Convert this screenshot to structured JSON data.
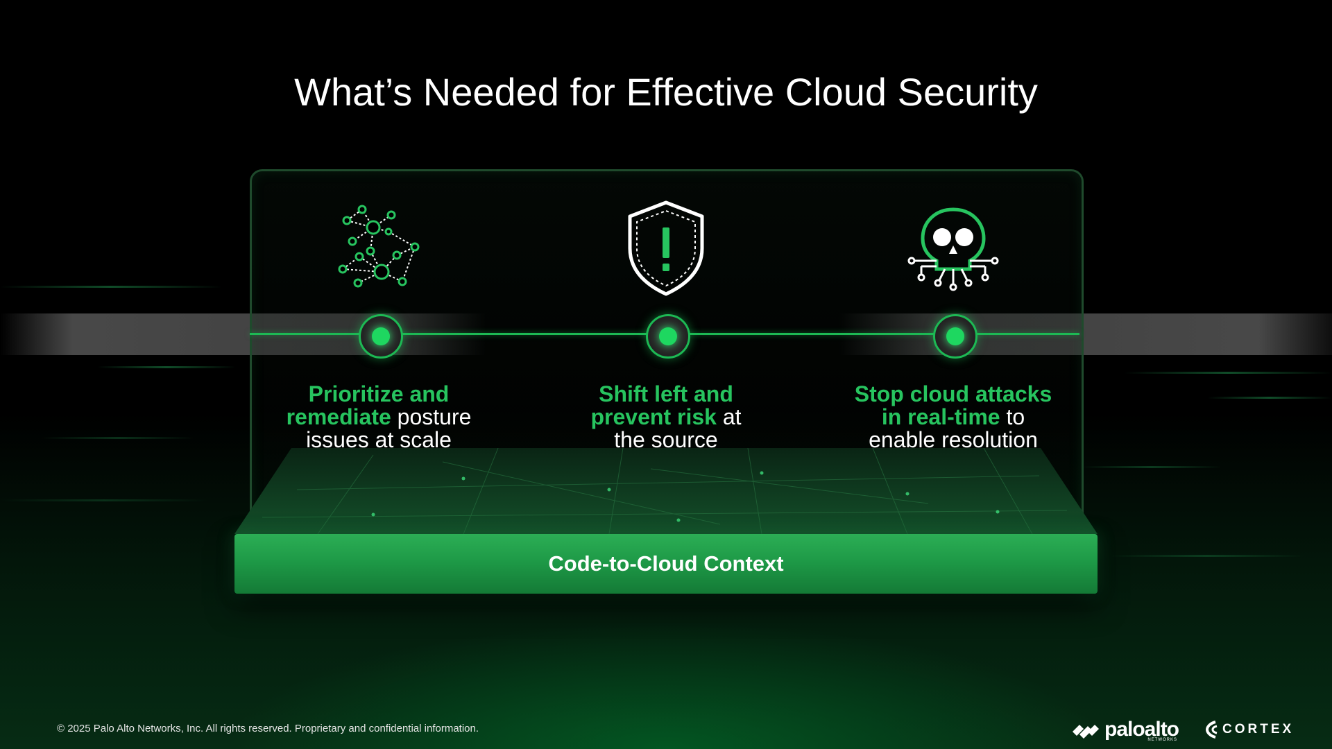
{
  "slide": {
    "title": "What’s Needed for Effective Cloud Security",
    "pillars": [
      {
        "icon": "network-graph-icon",
        "highlight_lines": [
          "Prioritize and",
          "remediate"
        ],
        "rest_inline": " posture",
        "rest_line": "issues at scale"
      },
      {
        "icon": "shield-exclamation-icon",
        "highlight_lines": [
          "Shift left and",
          "prevent risk"
        ],
        "rest_inline": " at",
        "rest_line": "the source"
      },
      {
        "icon": "skull-circuit-icon",
        "highlight_lines": [
          "Stop cloud attacks",
          "in real-time"
        ],
        "rest_inline": " to",
        "rest_line": "enable resolution"
      }
    ],
    "base_label": "Code-to-Cloud Context",
    "footer": "© 2025 Palo Alto Networks, Inc. All rights reserved. Proprietary and confidential information.",
    "logos": {
      "paloalto": "paloalto",
      "paloalto_sub": "NETWORKS",
      "cortex": "CORTEX"
    },
    "colors": {
      "accent_green": "#27c45f",
      "base_green": "#1e9a47",
      "background": "#000000"
    }
  }
}
